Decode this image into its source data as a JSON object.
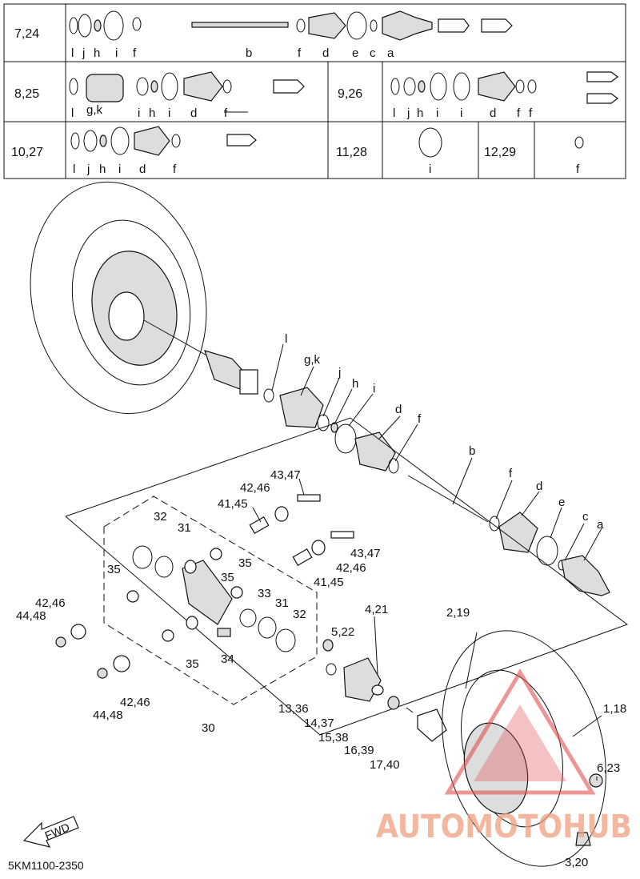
{
  "table": {
    "rows": [
      {
        "code": "7,24",
        "parts": [
          "l",
          "j",
          "h",
          "i",
          "f",
          "b",
          "f",
          "d",
          "e",
          "c",
          "a"
        ]
      },
      {
        "code": "8,25",
        "parts": [
          "l",
          "g,k",
          "i",
          "h",
          "i",
          "d",
          "f"
        ]
      },
      {
        "code": "9,26",
        "parts": [
          "l",
          "j",
          "h",
          "i",
          "i",
          "d",
          "f",
          "f"
        ]
      },
      {
        "code": "10,27",
        "parts": [
          "l",
          "j",
          "h",
          "i",
          "d",
          "f"
        ]
      },
      {
        "code": "11,28",
        "parts": [
          "i"
        ]
      },
      {
        "code": "12,29",
        "parts": [
          "f"
        ]
      }
    ]
  },
  "callouts": {
    "l": "l",
    "gk": "g,k",
    "j": "j",
    "h": "h",
    "i": "i",
    "d1": "d",
    "f1": "f",
    "b": "b",
    "f2": "f",
    "d2": "d",
    "e": "e",
    "c": "c",
    "a": "a",
    "p4347a": "43,47",
    "p4246a": "42,46",
    "p4145a": "41,45",
    "p32a": "32",
    "p31a": "31",
    "p35a": "35",
    "p35b": "35",
    "p35c": "35",
    "p4347b": "43,47",
    "p4246b": "42,46",
    "p4145b": "41,45",
    "p33": "33",
    "p31b": "31",
    "p32b": "32",
    "p4246c": "42,46",
    "p4448a": "44,48",
    "p34": "34",
    "p35d": "35",
    "p4246d": "42,46",
    "p4448b": "44,48",
    "p30": "30",
    "p421": "4,21",
    "p522": "5,22",
    "p219": "2,19",
    "p118": "1,18",
    "p1336": "13,36",
    "p1437": "14,37",
    "p1538": "15,38",
    "p1639": "16,39",
    "p1740": "17,40",
    "p623": "6,23",
    "p320": "3,20"
  },
  "footer": {
    "fwd_label": "FWD",
    "drawing_code": "5KM1100-2350",
    "watermark": "AUTOMOTOHUB"
  },
  "colors": {
    "line": "#111111",
    "watermark_orange": "#f0a080",
    "watermark_red": "#e05050"
  }
}
